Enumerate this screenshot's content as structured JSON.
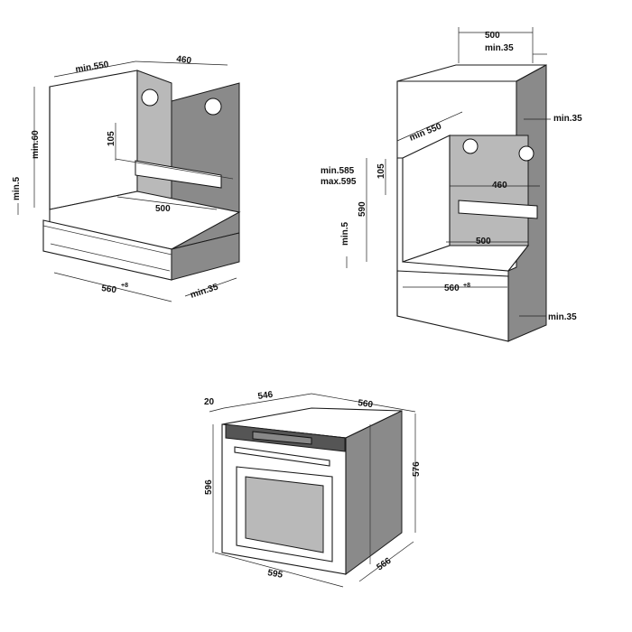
{
  "niche_under_counter": {
    "width_top": "min.550",
    "depth_top": "460",
    "height_left": "min.60",
    "vent_height": "105",
    "plinth_gap": "min.5",
    "inner_depth": "500",
    "front_width": "560",
    "front_width_tol": "+8",
    "side_gap": "min.35"
  },
  "niche_column": {
    "top_depth": "500",
    "top_gap": "min.35",
    "side_gap_top": "min.35",
    "depth_left": "min 550",
    "height_range_min": "min.585",
    "height_range_max": "max.595",
    "vent_height": "105",
    "vent_width": "460",
    "height": "590",
    "inner_depth": "500",
    "plinth_gap": "min.5",
    "front_width": "560",
    "front_width_tol": "+8",
    "side_gap_bottom": "min.35"
  },
  "oven": {
    "panel_depth": "20",
    "top_depth": "546",
    "overall_depth": "560",
    "front_height": "596",
    "body_height": "576",
    "front_width": "595",
    "body_width": "566"
  }
}
